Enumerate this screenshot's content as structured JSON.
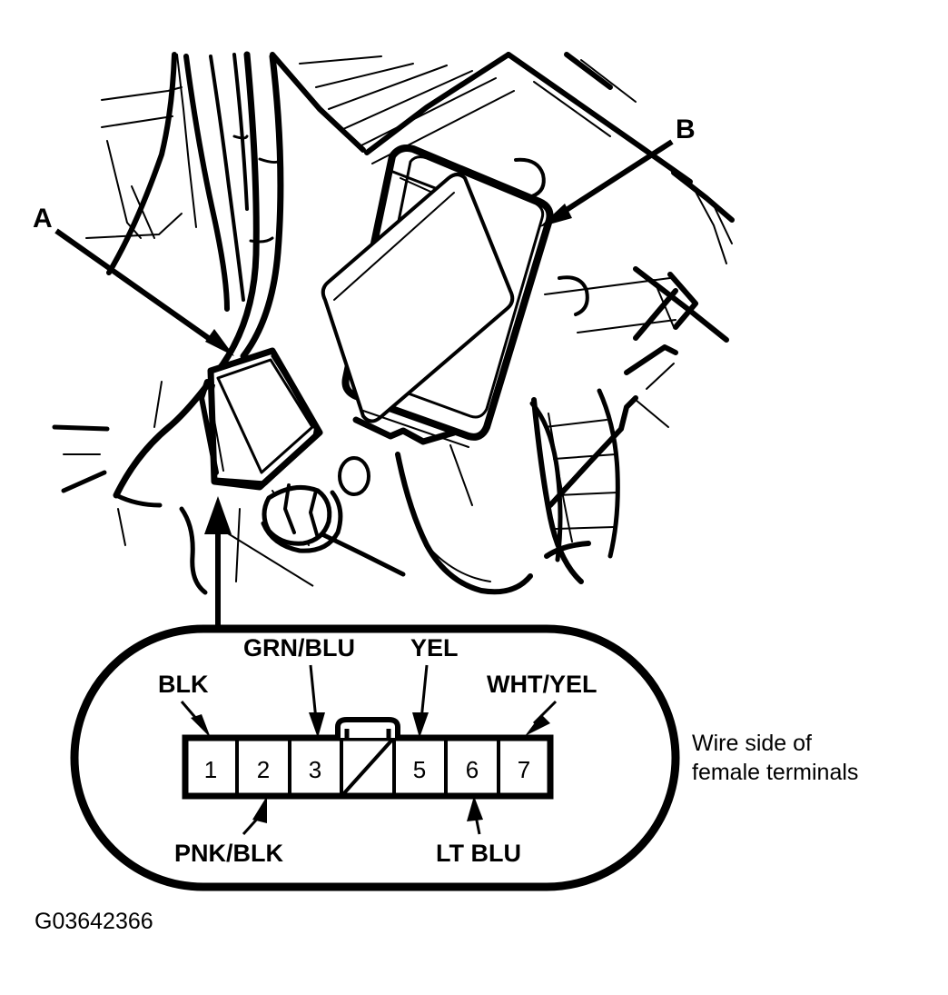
{
  "figure": {
    "id_code": "G03642366",
    "callouts": [
      {
        "key": "A",
        "label": "A",
        "description": "connector-a"
      },
      {
        "key": "B",
        "label": "B",
        "description": "relay-box-b"
      }
    ],
    "side_note_line1": "Wire side of",
    "side_note_line2": "female terminals"
  },
  "connector": {
    "pins": [
      {
        "number": "1",
        "wire": "BLK",
        "position": "top"
      },
      {
        "number": "2",
        "wire": "PNK/BLK",
        "position": "bottom"
      },
      {
        "number": "3",
        "wire": "GRN/BLU",
        "position": "top"
      },
      {
        "number": "",
        "wire": "",
        "position": "blank"
      },
      {
        "number": "5",
        "wire": "YEL",
        "position": "top"
      },
      {
        "number": "6",
        "wire": "LT BLU",
        "position": "bottom"
      },
      {
        "number": "7",
        "wire": "WHT/YEL",
        "position": "top"
      }
    ],
    "labels_top": [
      "BLK",
      "GRN/BLU",
      "YEL",
      "WHT/YEL"
    ],
    "labels_bottom": [
      "PNK/BLK",
      "LT BLU"
    ]
  },
  "colors": {
    "line": "#000000",
    "background": "#ffffff"
  }
}
